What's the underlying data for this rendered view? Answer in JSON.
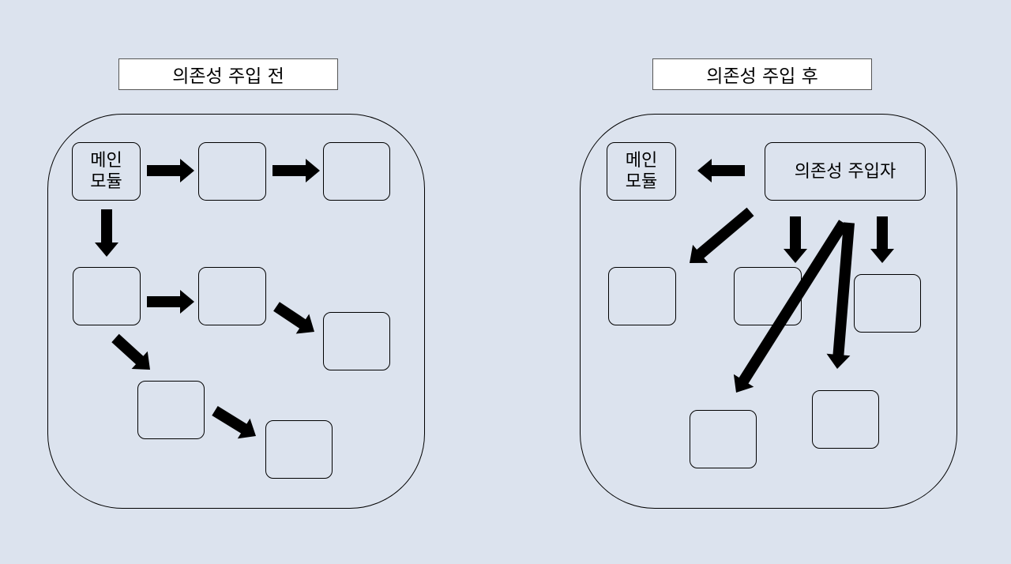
{
  "before": {
    "title": "의존성 주입 전",
    "main_module": {
      "line1": "메인",
      "line2": "모듈"
    }
  },
  "after": {
    "title": "의존성 주입 후",
    "main_module": {
      "line1": "메인",
      "line2": "모듈"
    },
    "injector": "의존성 주입자"
  },
  "colors": {
    "background": "#dce3ee",
    "stroke": "#000000",
    "box_fill": "none",
    "title_fill": "#ffffff"
  }
}
